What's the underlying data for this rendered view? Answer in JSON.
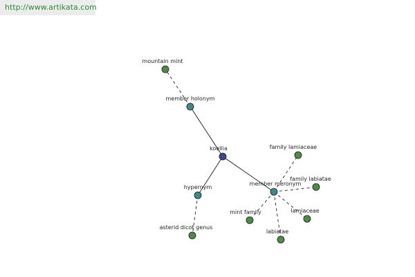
{
  "watermark": {
    "text": "http://www.artikata.com"
  },
  "colors": {
    "center": "#3a4a8c",
    "relation": "#3f8a86",
    "leaf": "#4e8c46",
    "edge": "#000000"
  },
  "nodes": {
    "mountain_mint": "mountain mint",
    "member_holonym": "member holonym",
    "koellia": "koellia",
    "hypernym": "hypernym",
    "asterid_dicot_genus": "asterid dicot genus",
    "member_meronym": "member meronym",
    "family_lamiaceae": "family lamiaceae",
    "family_labiatae": "family labiatae",
    "mint_family": "mint family",
    "lamiaceae": "lamiaceae",
    "labiatae": "labiatae"
  }
}
